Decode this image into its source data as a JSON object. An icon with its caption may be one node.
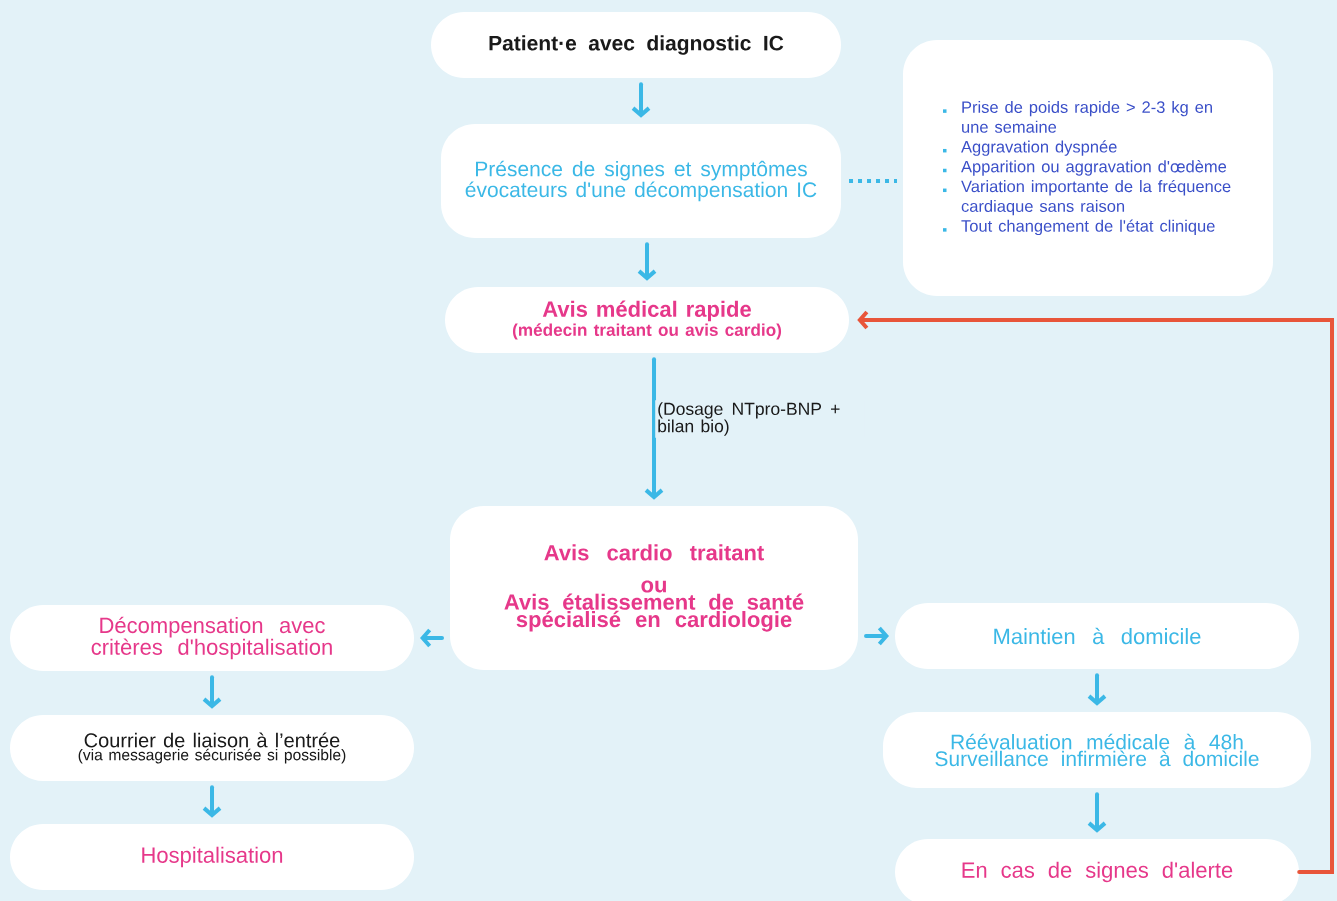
{
  "diagram": {
    "nodes": [
      {
        "text": [
          "Patient·e avec diagnostic IC"
        ]
      },
      {
        "text": [
          "Présence de signes et symptômes évocateurs d'une décompensation IC"
        ]
      },
      {
        "text": [
          "Prise de poids rapide > 2-3 kg en une semaine",
          "Aggravation dyspnée",
          "Apparition ou aggravation d'œdème",
          "Variation importante de la fréquence cardiaque sans raison",
          "Tout changement de l'état clinique"
        ]
      },
      {
        "text": [
          "Avis médical rapide",
          "(médecin traitant ou avis cardio)"
        ]
      },
      {
        "text": [
          "Avis cardio traitant",
          "ou",
          "Avis étalissement de santé spécialisé en cardiologie"
        ]
      },
      {
        "text": [
          "Décompensation avec critères d'hospitalisation"
        ]
      },
      {
        "text": [
          "Courrier de liaison à l’entrée",
          "(via messagerie sécurisée si possible)"
        ]
      },
      {
        "text": [
          "Hospitalisation"
        ]
      },
      {
        "text": [
          "Maintien à domicile"
        ]
      },
      {
        "text": [
          "Réévaluation médicale à 48h",
          "Surveillance infirmière à domicile"
        ]
      },
      {
        "text": [
          "En cas de signes d'alerte"
        ]
      }
    ],
    "edges": [
      {
        "from": 0,
        "to": 1,
        "arrow": "to"
      },
      {
        "from": 1,
        "to": 2,
        "arrow": "none",
        "style": "dashed"
      },
      {
        "from": 1,
        "to": 3,
        "arrow": "to"
      },
      {
        "from": 3,
        "to": 4,
        "arrow": "to",
        "label": "(Dosage NTpro-BNP + bilan bio)"
      },
      {
        "from": 4,
        "to": 5,
        "arrow": "to"
      },
      {
        "from": 4,
        "to": 8,
        "arrow": "to"
      },
      {
        "from": 5,
        "to": 6,
        "arrow": "to"
      },
      {
        "from": 6,
        "to": 7,
        "arrow": "to"
      },
      {
        "from": 8,
        "to": 9,
        "arrow": "to"
      },
      {
        "from": 9,
        "to": 10,
        "arrow": "to"
      },
      {
        "from": 10,
        "to": 3,
        "arrow": "to",
        "color": "#e8553a"
      }
    ]
  }
}
